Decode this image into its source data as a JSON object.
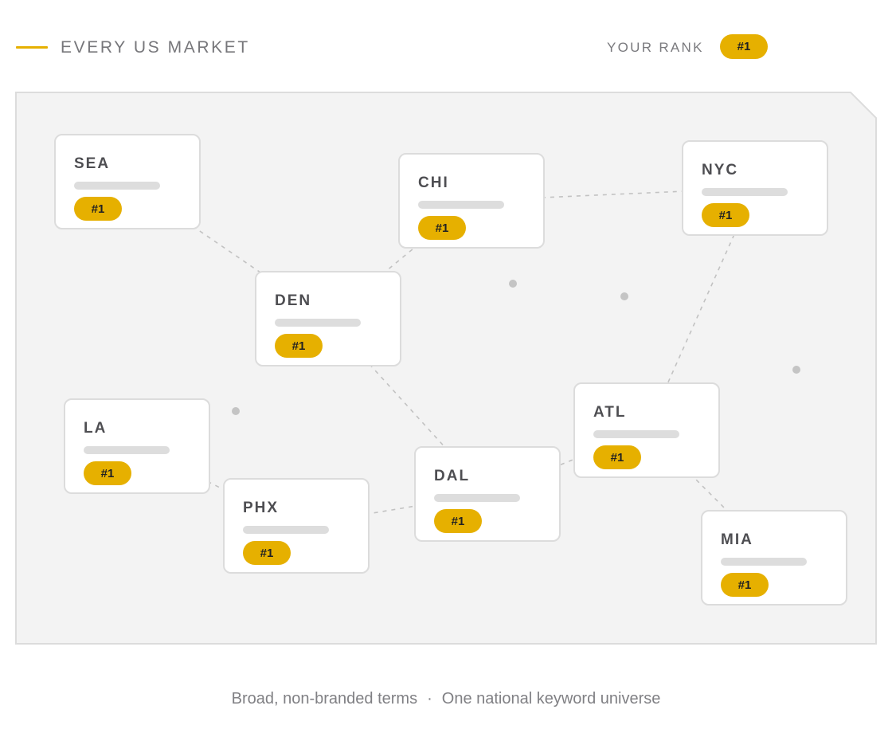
{
  "header": {
    "title": "EVERY US MARKET"
  },
  "rank": {
    "label": "YOUR RANK",
    "value": "#1"
  },
  "markets": [
    {
      "code": "SEA",
      "rank": "#1"
    },
    {
      "code": "CHI",
      "rank": "#1"
    },
    {
      "code": "NYC",
      "rank": "#1"
    },
    {
      "code": "DEN",
      "rank": "#1"
    },
    {
      "code": "LA",
      "rank": "#1"
    },
    {
      "code": "PHX",
      "rank": "#1"
    },
    {
      "code": "DAL",
      "rank": "#1"
    },
    {
      "code": "ATL",
      "rank": "#1"
    },
    {
      "code": "MIA",
      "rank": "#1"
    }
  ],
  "connections": [
    [
      "SEA",
      "DEN"
    ],
    [
      "DEN",
      "CHI"
    ],
    [
      "CHI",
      "NYC"
    ],
    [
      "DEN",
      "DAL"
    ],
    [
      "LA",
      "PHX"
    ],
    [
      "PHX",
      "DAL"
    ],
    [
      "DAL",
      "ATL"
    ],
    [
      "ATL",
      "NYC"
    ],
    [
      "ATL",
      "MIA"
    ]
  ],
  "footer": {
    "left": "Broad, non-branded terms",
    "separator": "·",
    "right": "One national keyword universe"
  },
  "colors": {
    "accent": "#e6b000",
    "map_fill": "#f3f3f3",
    "card_border": "#dcdcdc"
  }
}
